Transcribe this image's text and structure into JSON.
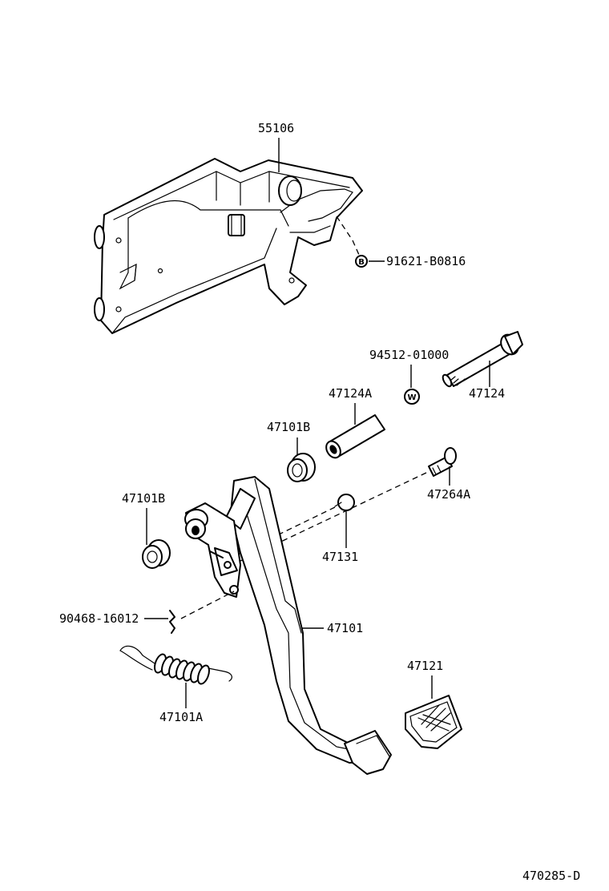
{
  "diagram": {
    "part_labels": {
      "bracket": "55106",
      "bolt_b": "91621-B0816",
      "washer": "94512-01000",
      "pivot_bolt": "47124",
      "collar": "47124A",
      "bushing_upper": "47101B",
      "stopper_bolt": "47264A",
      "bushing_left": "47101B",
      "cushion": "47131",
      "clip": "90468-16012",
      "pedal_arm": "47101",
      "return_spring": "47101A",
      "pedal_pad": "47121"
    },
    "symbols": {
      "bolt_b_marker": "B",
      "washer_marker": "W"
    },
    "diagram_code": "470285-D"
  }
}
